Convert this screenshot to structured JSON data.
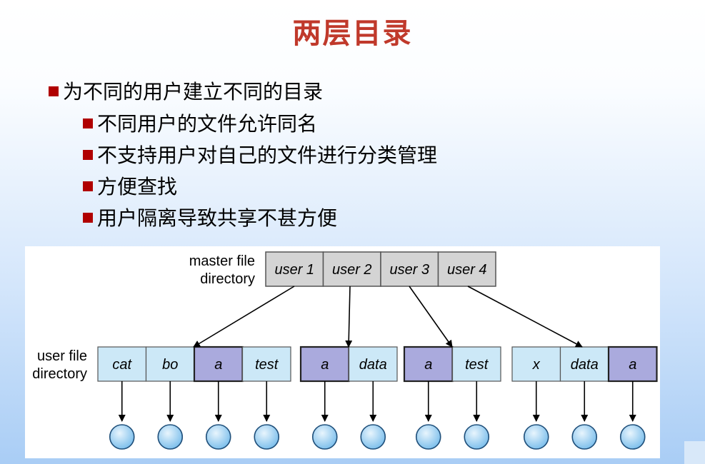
{
  "slide": {
    "title": "两层目录",
    "bullet_main": "为不同的用户建立不同的目录",
    "sub_bullets": [
      "不同用户的文件允许同名",
      "不支持用户对自己的文件进行分类管理",
      "方便查找",
      "用户隔离导致共享不甚方便"
    ]
  },
  "diagram": {
    "master_label_line1": "master file",
    "master_label_line2": "directory",
    "ufd_label_line1": "user file",
    "ufd_label_line2": "directory",
    "master_cells": [
      "user 1",
      "user 2",
      "user 3",
      "user 4"
    ],
    "user_dirs": [
      {
        "cells": [
          "cat",
          "bo",
          "a",
          "test"
        ],
        "highlight": [
          2
        ]
      },
      {
        "cells": [
          "a",
          "data"
        ],
        "highlight": [
          0
        ]
      },
      {
        "cells": [
          "a",
          "test"
        ],
        "highlight": [
          0
        ]
      },
      {
        "cells": [
          "x",
          "data",
          "a"
        ],
        "highlight": [
          2
        ]
      }
    ],
    "colors": {
      "master_fill": "#d4d4d4",
      "cell_fill": "#cce8f7",
      "highlight_fill": "#aaaadd",
      "circle_fill": "#a9d6f3"
    }
  }
}
